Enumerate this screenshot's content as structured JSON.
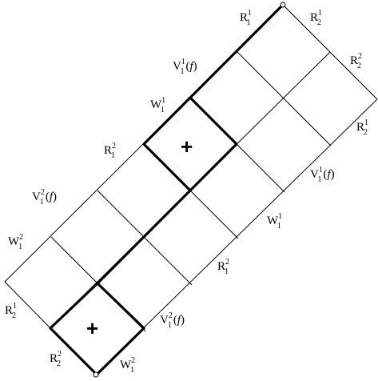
{
  "labels": {
    "r11_top": {
      "base": "R",
      "sub": "1",
      "sup": "1"
    },
    "r21_top": {
      "base": "R",
      "sub": "2",
      "sup": "1"
    },
    "r22_right": {
      "base": "R",
      "sub": "2",
      "sup": "2"
    },
    "r21_right": {
      "base": "R",
      "sub": "2",
      "sup": "1"
    },
    "v11f_upper": {
      "base": "V",
      "sub": "1",
      "sup": "1",
      "arg": "f"
    },
    "w11_upper": {
      "base": "W",
      "sub": "1",
      "sup": "1"
    },
    "r12_mid": {
      "base": "R",
      "sub": "1",
      "sup": "2"
    },
    "v12f_mid": {
      "base": "V",
      "sub": "1",
      "sup": "2",
      "arg": "f"
    },
    "v11f_right": {
      "base": "V",
      "sub": "1",
      "sup": "1",
      "arg": "f"
    },
    "w12_left": {
      "base": "W",
      "sub": "1",
      "sup": "2"
    },
    "w11_right": {
      "base": "W",
      "sub": "1",
      "sup": "1"
    },
    "r12_right": {
      "base": "R",
      "sub": "1",
      "sup": "2"
    },
    "r21_left": {
      "base": "R",
      "sub": "2",
      "sup": "1"
    },
    "v12f_lower": {
      "base": "V",
      "sub": "1",
      "sup": "2",
      "arg": "f"
    },
    "r22_bottom": {
      "base": "R",
      "sub": "2",
      "sup": "2"
    },
    "w12_bottom": {
      "base": "W",
      "sub": "1",
      "sup": "2"
    }
  },
  "plus_signs": [
    "+",
    "+"
  ]
}
